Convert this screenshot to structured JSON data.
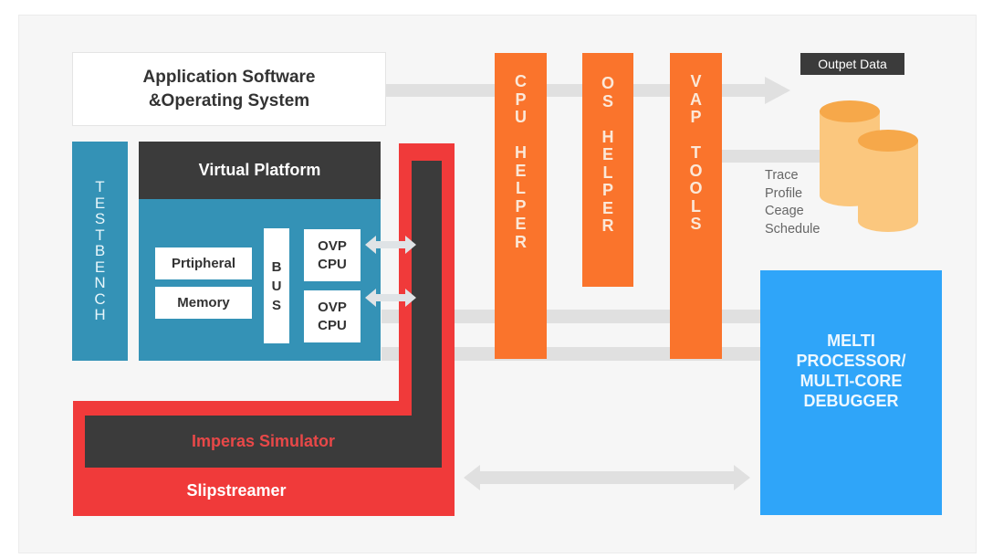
{
  "app_software": {
    "line1": "Application Software",
    "line2": "&Operating System"
  },
  "testbench": {
    "letters": [
      "T",
      "E",
      "S",
      "T",
      "B",
      "E",
      "N",
      "C",
      "H"
    ]
  },
  "virtual_platform": {
    "title": "Virtual Platform",
    "peripheral": "Prtipheral",
    "memory": "Memory",
    "bus_letters": [
      "B",
      "U",
      "S"
    ],
    "cpus": [
      {
        "line1": "OVP",
        "line2": "CPU"
      },
      {
        "line1": "OVP",
        "line2": "CPU"
      }
    ]
  },
  "simulator": {
    "label": "Imperas Simulator"
  },
  "slipstreamer": {
    "label": "Slipstreamer"
  },
  "helpers": [
    {
      "name": "cpu-helper",
      "letters": [
        "C",
        "P",
        "U",
        "",
        "H",
        "E",
        "L",
        "P",
        "E",
        "R"
      ]
    },
    {
      "name": "os-helper",
      "letters": [
        "O",
        "S",
        "",
        "H",
        "E",
        "L",
        "P",
        "E",
        "R"
      ]
    },
    {
      "name": "vap-tools",
      "letters": [
        "V",
        "A",
        "P",
        "",
        "T",
        "O",
        "O",
        "L",
        "S"
      ]
    }
  ],
  "output": {
    "title": "Outpet Data",
    "items": [
      "Trace",
      "Profile",
      "Ceage",
      "Schedule"
    ]
  },
  "debugger": {
    "lines": [
      "MELTI",
      "PROCESSOR/",
      "MULTI-CORE",
      "DEBUGGER"
    ]
  },
  "colors": {
    "blue": "#3492b6",
    "dark": "#3b3b3b",
    "red": "#f03a3a",
    "orange": "#fa742c",
    "cylinder": "#fbc77e",
    "debugger_blue": "#2fa5f9",
    "arrow_gray": "#e0e0e0"
  }
}
